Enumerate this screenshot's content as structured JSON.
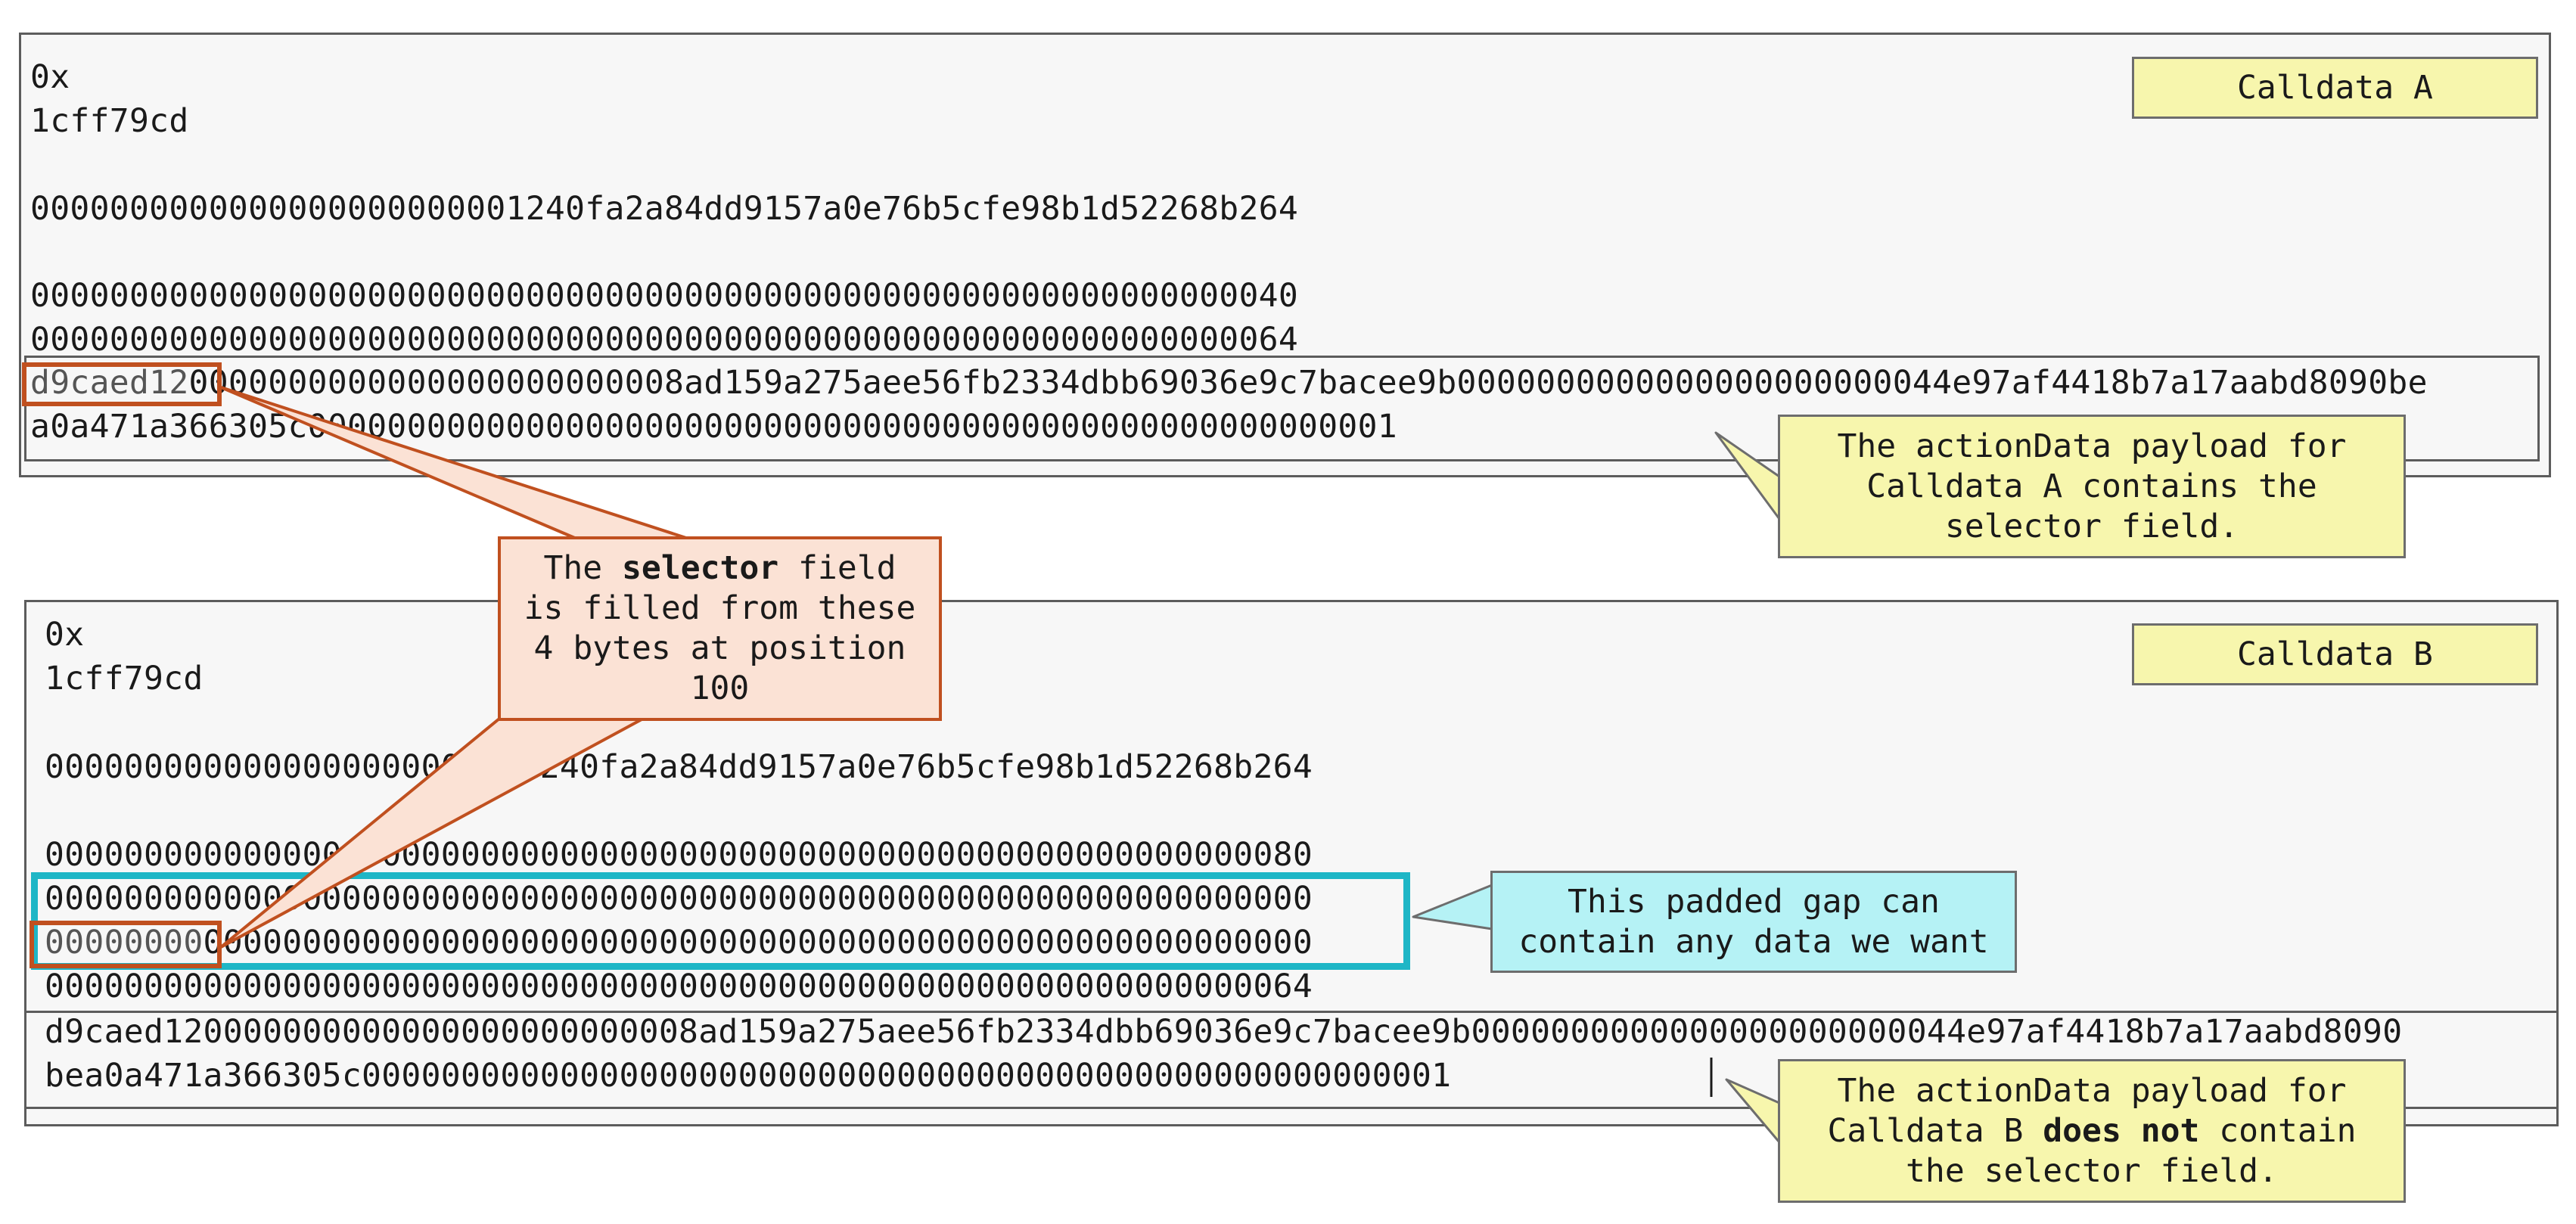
{
  "panel_a": {
    "tag": "Calldata A",
    "prefix": "0x",
    "selector": "1cff79cd",
    "word1": "0000000000000000000000001240fa2a84dd9157a0e76b5cfe98b1d52268b264",
    "word2": "0000000000000000000000000000000000000000000000000000000000000040",
    "word3": "0000000000000000000000000000000000000000000000000000000000000064",
    "payload_sel": "d9caed12",
    "payload_line1_rest": "0000000000000000000000008ad159a275aee56fb2334dbb69036e9c7bacee9b0000000000000000000000044e97af4418b7a17aabd8090be",
    "payload_line2": "a0a471a366305c0000000000000000000000000000000000000000000000000000001"
  },
  "panel_b": {
    "tag": "Calldata B",
    "prefix": "0x",
    "selector": "1cff79cd",
    "word1": "0000000000000000000000001240fa2a84dd9157a0e76b5cfe98b1d52268b264",
    "word2": "0000000000000000000000000000000000000000000000000000000000000080",
    "gap1": "0000000000000000000000000000000000000000000000000000000000000000",
    "gap2_sel": "00000000",
    "gap2_rest": "00000000000000000000000000000000000000000000000000000000",
    "word3": "0000000000000000000000000000000000000000000000000000000000000064",
    "payload_line1": "d9caed120000000000000000000000008ad159a275aee56fb2334dbb69036e9c7bacee9b0000000000000000000000044e97af4418b7a17aabd8090",
    "payload_line2": "bea0a471a366305c0000000000000000000000000000000000000000000000000000001"
  },
  "callouts": {
    "selector_pre": "The ",
    "selector_bold": "selector",
    "selector_post": " field\nis filled from these\n4 bytes at position\n100",
    "payload_a": "The actionData payload for\nCalldata A contains the\nselector field.",
    "gap": "This padded gap can\ncontain any data we want",
    "payload_b_pre": "The actionData payload for\nCalldata B ",
    "payload_b_bold": "does not",
    "payload_b_post": " contain\nthe selector field."
  },
  "colors": {
    "highlight_selector": "#c0501f",
    "highlight_gap": "#1eb6c6",
    "note_yellow": "#f7f6ad",
    "note_orange": "#fbe2d5",
    "note_cyan": "#b5f2f5"
  }
}
